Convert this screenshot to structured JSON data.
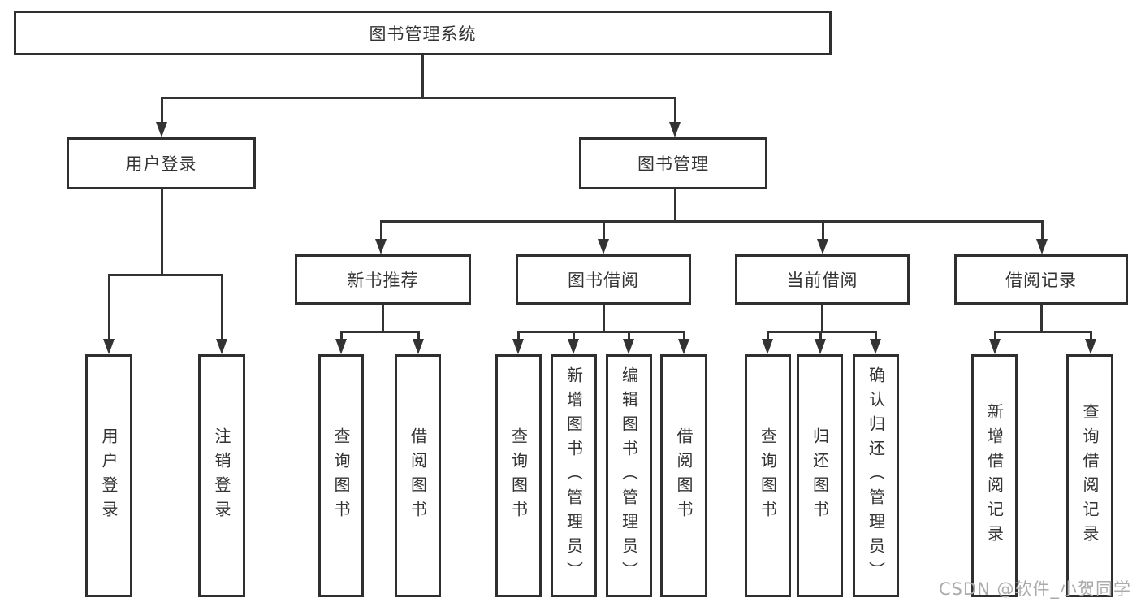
{
  "diagram": {
    "title": "图书管理系统",
    "colors": {
      "line": "#333333",
      "box_border": "#2f2f2f",
      "text": "#333333",
      "watermark": "#ababab",
      "background": "#ffffff"
    },
    "nodes": {
      "root": "图书管理系统",
      "user_login": "用户登录",
      "book_mgmt": "图书管理",
      "new_book_rec": "新书推荐",
      "book_borrow": "图书借阅",
      "current_borrow": "当前借阅",
      "borrow_record": "借阅记录",
      "leaves": {
        "user_login": [
          "用户登录",
          "注销登录"
        ],
        "new_book_rec": [
          "查询图书",
          "借阅图书"
        ],
        "book_borrow": [
          "查询图书",
          "新增图书（管理员）",
          "编辑图书（管理员）",
          "借阅图书"
        ],
        "current_borrow": [
          "查询图书",
          "归还图书",
          "确认归还（管理员）"
        ],
        "borrow_record": [
          "新增借阅记录",
          "查询借阅记录"
        ]
      }
    }
  },
  "watermark": {
    "text": "CSDN @软件_小贺同学"
  }
}
